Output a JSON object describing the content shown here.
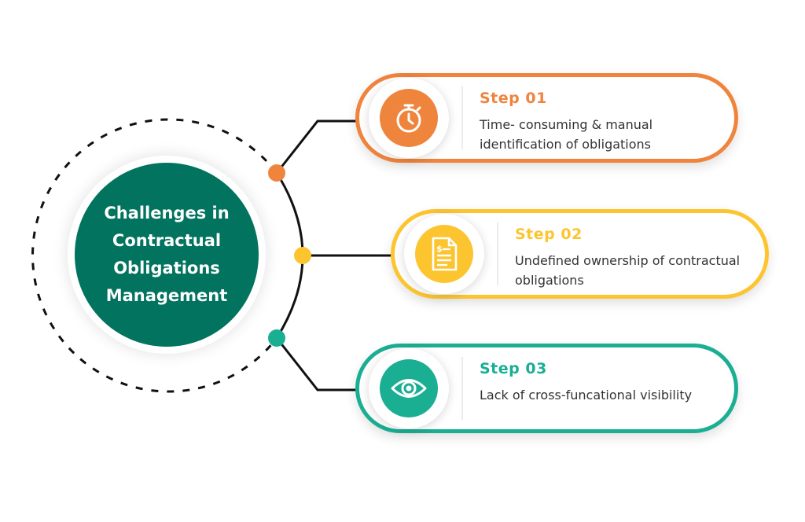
{
  "center": {
    "title": "Challenges in Contractual Obligations Management"
  },
  "colors": {
    "center": "#02735e",
    "step1": "#ef843d",
    "step2": "#fcc530",
    "step3": "#1aae93",
    "connector": "#111111"
  },
  "steps": [
    {
      "title": "Step 01",
      "description": "Time- consuming & manual identification of obligations",
      "icon": "stopwatch-icon"
    },
    {
      "title": "Step 02",
      "description": "Undefined ownership of contractual obligations",
      "icon": "invoice-document-icon"
    },
    {
      "title": "Step 03",
      "description": "Lack of cross-funcational visibility",
      "icon": "eye-icon"
    }
  ]
}
